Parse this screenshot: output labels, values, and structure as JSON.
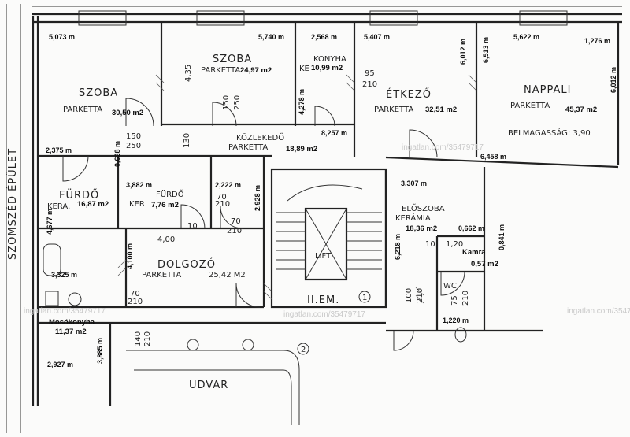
{
  "rooms": {
    "szoba1": {
      "name": "SZOBA",
      "floor": "PARKETTA",
      "area": "30,50 m2"
    },
    "szoba2": {
      "name": "SZOBA",
      "floor": "PARKETTA",
      "area": "24,97 m2"
    },
    "konyha": {
      "name": "KONYHA",
      "prefix": "KE",
      "area": "10,99 m2"
    },
    "etkezo": {
      "name": "ÉTKEZŐ",
      "floor": "PARKETTA",
      "area": "32,51 m2"
    },
    "nappali": {
      "name": "NAPPALI",
      "floor": "PARKETTA",
      "area": "45,37 m2"
    },
    "kozlekedo": {
      "name": "KÖZLEKEDŐ",
      "floor": "PARKETTA",
      "area": "18,89 m2"
    },
    "furdo1": {
      "name": "FÜRDŐ",
      "floor": "KERA.",
      "area": "16,87 m2"
    },
    "furdo2": {
      "name": "FÜRDŐ",
      "floor": "KER",
      "area": "7,76 m2"
    },
    "dolgozo": {
      "name": "DOLGOZÓ",
      "floor": "PARKETTA",
      "area": "25,42 M2"
    },
    "eloszoba": {
      "name": "ELŐSZOBA",
      "floor": "KERÁMIA",
      "area": "18,36 m2"
    },
    "kamra": {
      "name": "Kamra",
      "area": "0,57 m2"
    },
    "wc": {
      "name": "WC"
    },
    "mosokonyha": {
      "name": "Mosókonyha",
      "area": "11,37 m2"
    }
  },
  "labels": {
    "belmagassag": "BELMAGASSÁG: 3,90",
    "szomszed": "SZOMSZÉD ÉPÜLET",
    "udvar": "UDVAR",
    "lift": "LIFT",
    "emelet": "II.EM.",
    "stair1": "1",
    "stair2": "2"
  },
  "dimensions": {
    "d5073": "5,073 m",
    "d5740": "5,740 m",
    "d2568": "2,568 m",
    "d5407": "5,407 m",
    "d6513": "6,513 m",
    "d5622": "5,622 m",
    "d1276": "1,276 m",
    "d6012a": "6,012 m",
    "d6012b": "6,012 m",
    "d4278": "4,278 m",
    "d8257": "8,257 m",
    "d2375": "2,375 m",
    "d0628": "0,628 m",
    "d3882": "3,882 m",
    "d2222": "2,222 m",
    "d2928": "2,928 m",
    "d3307": "3,307 m",
    "d6458": "6,458 m",
    "d4677": "4,677 m",
    "d6218": "6,218 m",
    "d0662": "0,662 m",
    "d0841": "0,841 m",
    "d4100": "4,100 m",
    "d3325": "3,325 m",
    "d1220": "1,220 m",
    "d3885": "3,885 m",
    "d2927": "2,927 m"
  },
  "handNotes": {
    "h435": "4,35",
    "h150a": "150",
    "h250": "250",
    "h150b": "150",
    "h250b": "250",
    "h130": "130",
    "h95": "95",
    "h210": "210",
    "h70a": "70",
    "h210a": "210",
    "h70b": "70",
    "h210b": "210",
    "h400": "4,00",
    "h70c": "70",
    "h210c": "210",
    "h100": "100",
    "h210d": "210",
    "h140": "140",
    "h210e": "210",
    "h75": "75",
    "h210f": "210",
    "h10": "10",
    "h120": "1,20",
    "h10b": "10"
  },
  "watermark": "ingatlan.com/35479717"
}
